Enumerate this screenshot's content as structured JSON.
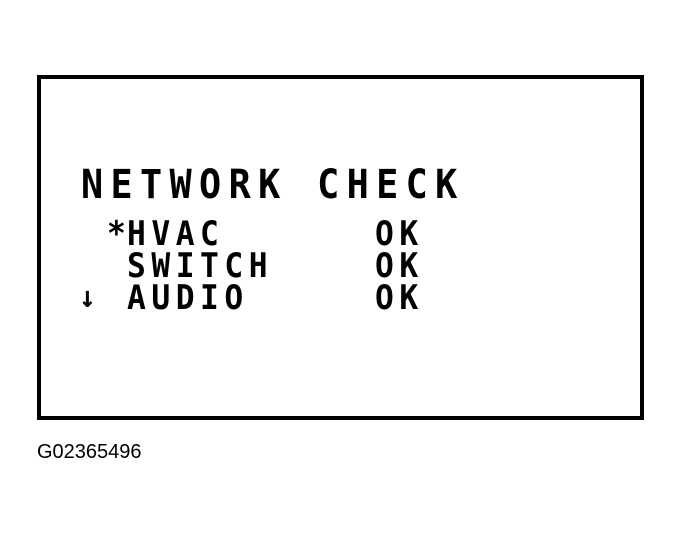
{
  "display": {
    "title": "NETWORK CHECK",
    "rows": [
      {
        "marker": "*",
        "label": "HVAC",
        "status": "OK"
      },
      {
        "marker": "",
        "label": "SWITCH",
        "status": "OK"
      },
      {
        "marker": "↓",
        "label": "AUDIO",
        "status": "OK"
      }
    ]
  },
  "caption": "G02365496"
}
